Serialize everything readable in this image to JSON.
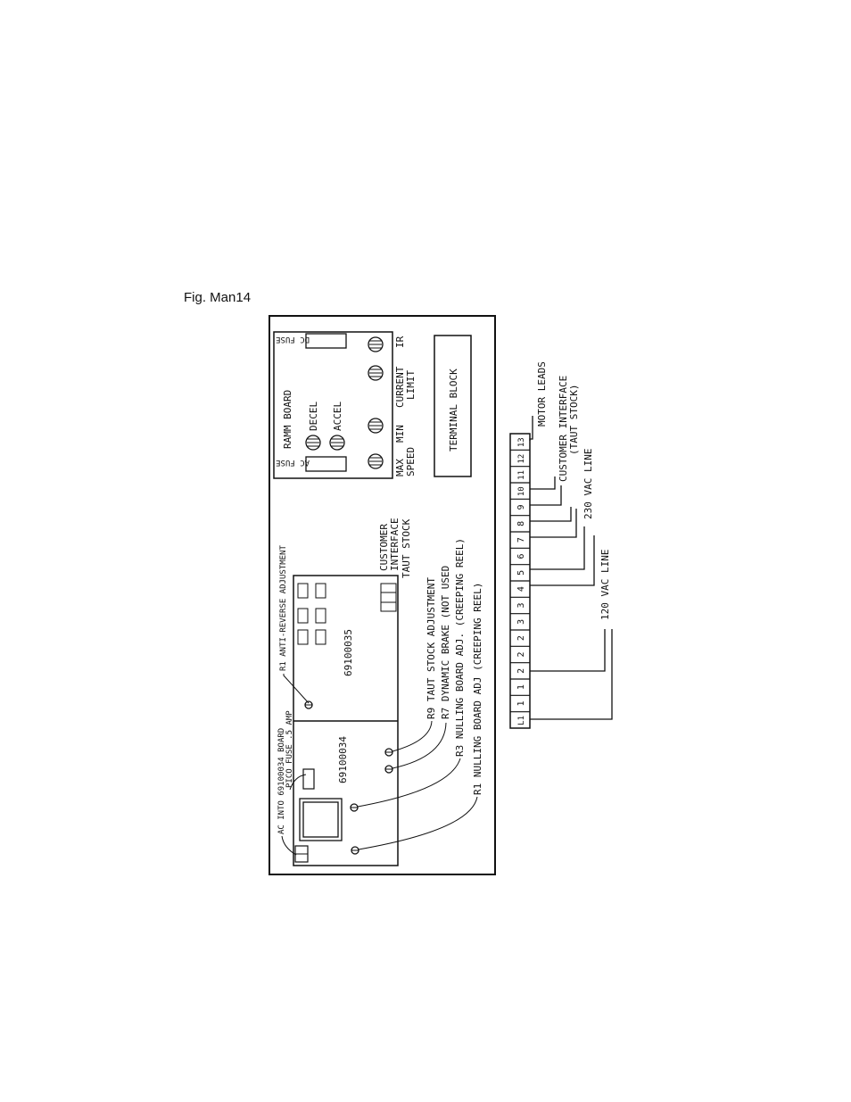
{
  "figure": {
    "label": "Fig. Man14"
  },
  "ramm_board": {
    "title": "RAMM BOARD",
    "ac_fuse": "AC FUSE",
    "dc_fuse": "DC FUSE",
    "decel": "DECEL",
    "accel": "ACCEL",
    "max_speed": "MAX",
    "min_speed": "MIN",
    "speed": "SPEED",
    "current_limit": "CURRENT",
    "limit": "LIMIT",
    "ir": "IR"
  },
  "terminal_block": {
    "label": "TERMINAL BLOCK"
  },
  "boards": {
    "board_a": "69100034",
    "board_b": "69100035"
  },
  "callouts": {
    "ac_into": "AC INTO 69100034 BOARD",
    "pico_fuse": "PICO FUSE .5 AMP",
    "anti_reverse": "R1 ANTI-REVERSE ADJUSTMENT",
    "customer_interface": "CUSTOMER",
    "interface": "INTERFACE",
    "taut_stock": "TAUT STOCK",
    "r9": "R9 TAUT STOCK ADJUSTMENT",
    "r7": "R7 DYNAMIC BRAKE (NOT USED",
    "r3": "R3 NULLING BOARD ADJ. (CREEPING REEL)",
    "r1": "R1 NULLING BOARD ADJ (CREEPING REEL)"
  },
  "terminals": [
    "L1",
    "1",
    "1",
    "2",
    "2",
    "2",
    "3",
    "3",
    "4",
    "5",
    "6",
    "7",
    "8",
    "9",
    "10",
    "11",
    "12",
    "13"
  ],
  "wiring": {
    "motor_leads": "MOTOR LEADS",
    "customer_interface": "CUSTOMER INTERFACE",
    "taut_stock": "(TAUT STOCK)",
    "vac230": "230 VAC LINE",
    "vac120": "120 VAC LINE"
  }
}
